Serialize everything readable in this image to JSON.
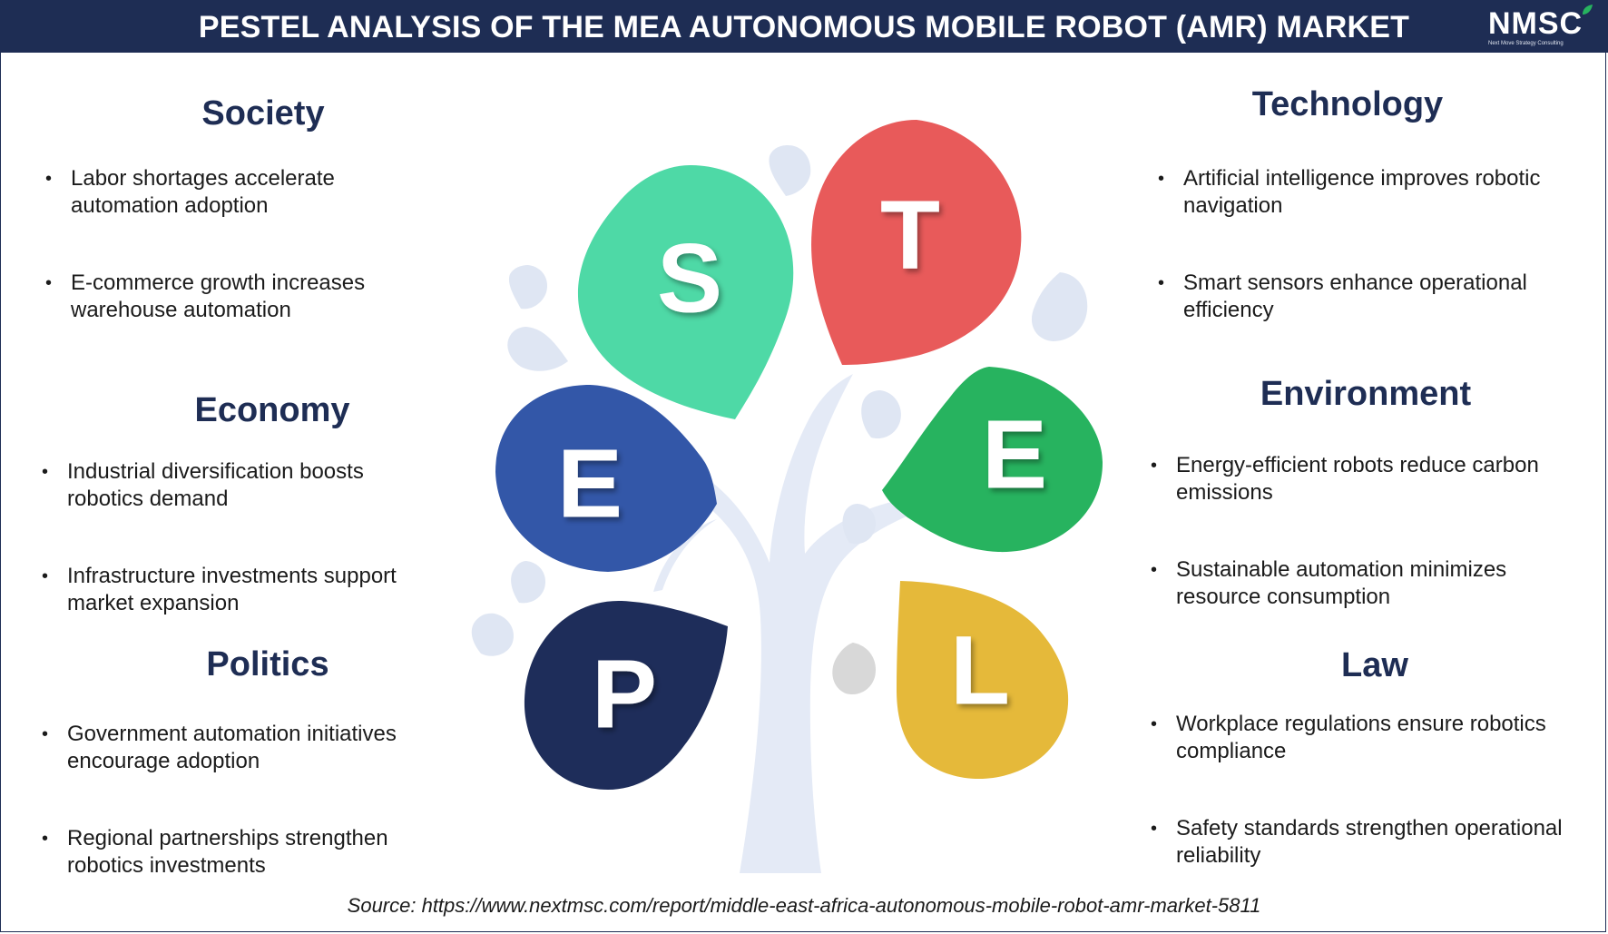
{
  "header": {
    "title": "PESTEL ANALYSIS OF THE MEA AUTONOMOUS MOBILE ROBOT (AMR) MARKET",
    "logo": "NMSC",
    "logo_tagline": "Next Move Strategy Consulting"
  },
  "sections": {
    "society": {
      "heading": "Society",
      "letter": "S",
      "color": "#4ed9a6",
      "points": [
        "Labor shortages accelerate automation adoption",
        "E-commerce growth increases warehouse automation"
      ]
    },
    "economy": {
      "heading": "Economy",
      "letter": "E",
      "color": "#3357a8",
      "points": [
        "Industrial diversification boosts robotics demand",
        "Infrastructure investments support market expansion"
      ]
    },
    "politics": {
      "heading": "Politics",
      "letter": "P",
      "color": "#1e2d5a",
      "points": [
        "Government automation initiatives encourage adoption",
        "Regional partnerships strengthen robotics investments"
      ]
    },
    "technology": {
      "heading": "Technology",
      "letter": "T",
      "color": "#e85a5a",
      "points": [
        "Artificial intelligence improves robotic navigation",
        "Smart sensors enhance operational efficiency"
      ]
    },
    "environment": {
      "heading": "Environment",
      "letter": "E",
      "color": "#27b35f",
      "points": [
        "Energy-efficient robots reduce carbon emissions",
        "Sustainable automation minimizes resource consumption"
      ]
    },
    "law": {
      "heading": "Law",
      "letter": "L",
      "color": "#e5b93a",
      "points": [
        "Workplace regulations ensure robotics compliance",
        "Safety standards strengthen operational reliability"
      ]
    }
  },
  "source": "Source: https://www.nextmsc.com/report/middle-east-africa-autonomous-mobile-robot-amr-market-5811"
}
